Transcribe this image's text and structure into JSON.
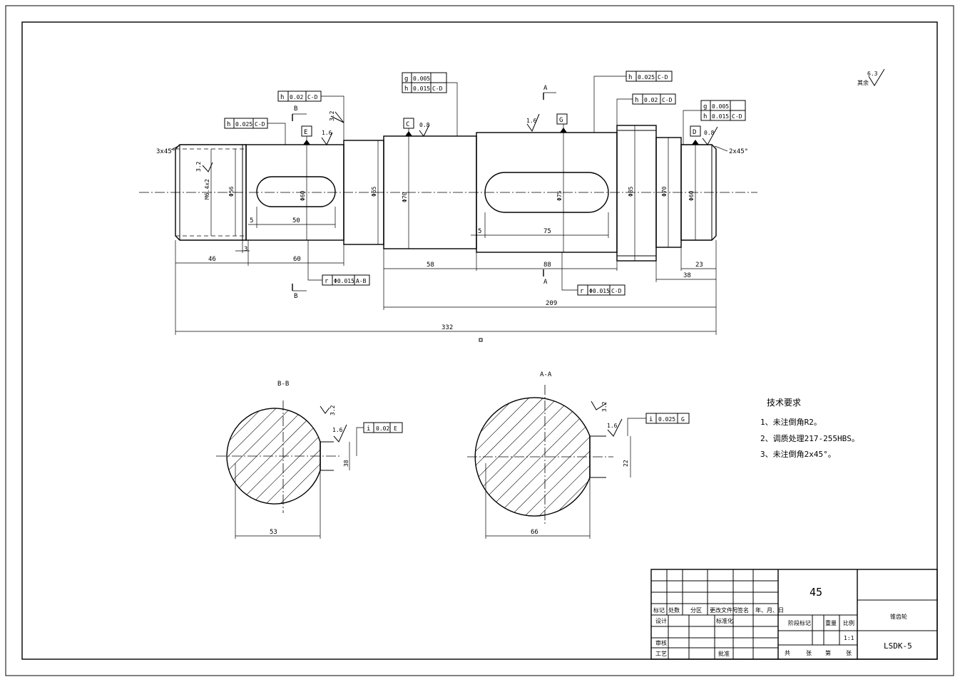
{
  "sheet": {
    "part_number": "LSDK-5",
    "material": "45",
    "scale_value": "1:1",
    "part_name": "锥齿轮"
  },
  "title_block": {
    "labels": [
      "标记",
      "处数",
      "分区",
      "更改文件号",
      "签名",
      "年、月、日"
    ],
    "row_labels": [
      "设计",
      "标准化",
      "审核",
      "工艺",
      "批准"
    ],
    "mid_labels": [
      "阶段标记",
      "重量",
      "比例"
    ],
    "bottom_labels": [
      "共",
      "张",
      "第",
      "张"
    ]
  },
  "tech_requirements": {
    "title": "技术要求",
    "items": [
      "1、未注倒角R2。",
      "2、调质处理217-255HBS。",
      "3、未注倒角2x45°。"
    ]
  },
  "roughness_note": {
    "value": "6.3",
    "label": "其余"
  },
  "datums": [
    "E",
    "C",
    "G",
    "D"
  ],
  "section_labels": {
    "b_arrow": "B",
    "a_arrow": "A",
    "bb_title": "B-B",
    "aa_title": "A-A"
  },
  "tolerance_frames": [
    {
      "symbol": "h",
      "value": "0.025",
      "datum": "C-D"
    },
    {
      "symbol": "h",
      "value": "0.02",
      "datum": "C-D"
    },
    {
      "symbol": "g",
      "value": "0.005",
      "datum": ""
    },
    {
      "symbol": "h",
      "value": "0.015",
      "datum": "C-D"
    },
    {
      "symbol": "h",
      "value": "0.025",
      "datum": "C-D"
    },
    {
      "symbol": "h",
      "value": "0.02",
      "datum": "C-D"
    },
    {
      "symbol": "g",
      "value": "0.005",
      "datum": ""
    },
    {
      "symbol": "h",
      "value": "0.015",
      "datum": "C-D"
    },
    {
      "symbol": "r",
      "value": "Φ0.015",
      "datum": "A-B"
    },
    {
      "symbol": "r",
      "value": "Φ0.015",
      "datum": "C-D"
    },
    {
      "symbol": "i",
      "value": "0.02",
      "datum": "E"
    },
    {
      "symbol": "i",
      "value": "0.025",
      "datum": "G"
    }
  ],
  "roughness_marks": [
    "3.2",
    "1.6",
    "3.2",
    "0.8",
    "1.6",
    "0.8",
    "3.2",
    "1.6",
    "3.2",
    "1.6"
  ],
  "chamfers": {
    "left": "3x45°",
    "right": "2x45°"
  },
  "diameters": [
    "M6.4x2",
    "Φ56",
    "Φ60",
    "Φ65",
    "Φ70",
    "Φ75",
    "Φ85",
    "Φ70",
    "Φ60"
  ],
  "dimensions": {
    "d46": "46",
    "d3": "3",
    "d60": "60",
    "d5a": "5",
    "d50": "50",
    "d58": "58",
    "d88": "88",
    "d5b": "5",
    "d75": "75",
    "d38": "38",
    "d23": "23",
    "d209": "209",
    "d332": "332",
    "bb_width": "53",
    "bb_depth": "38",
    "aa_width": "66",
    "aa_depth": "22"
  }
}
